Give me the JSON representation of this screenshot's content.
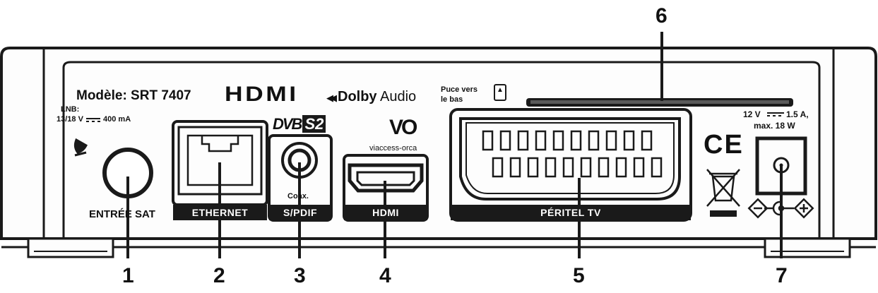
{
  "model_label": "Modèle:  SRT 7407",
  "hdmi_logo": "HDMI",
  "dolby_logo": {
    "mark": "◀◀",
    "brand": "Dolby",
    "suffix": "Audio"
  },
  "chip_hint": {
    "line1": "Puce vers",
    "line2": "le bas",
    "symbol": "▲"
  },
  "lnb": {
    "line1": "LNB:",
    "line2": "13/18 V",
    "line3": "400 mA"
  },
  "dvb_logo": {
    "left": "DVB",
    "right": "S2"
  },
  "vo_logo": {
    "mark": "VO",
    "text": "viaccess-orca"
  },
  "power_rating": {
    "line1": "12 V",
    "line1b": "1.5 A,",
    "line2": "max. 18 W"
  },
  "ce_mark": "CE",
  "ports": {
    "sat": "ENTRÉE SAT",
    "ethernet": "ETHERNET",
    "coax": "Coax.",
    "spdif": "S/PDIF",
    "hdmi": "HDMI",
    "peritel": "PÉRITEL TV"
  },
  "callouts": [
    "1",
    "2",
    "3",
    "4",
    "5",
    "6",
    "7"
  ]
}
